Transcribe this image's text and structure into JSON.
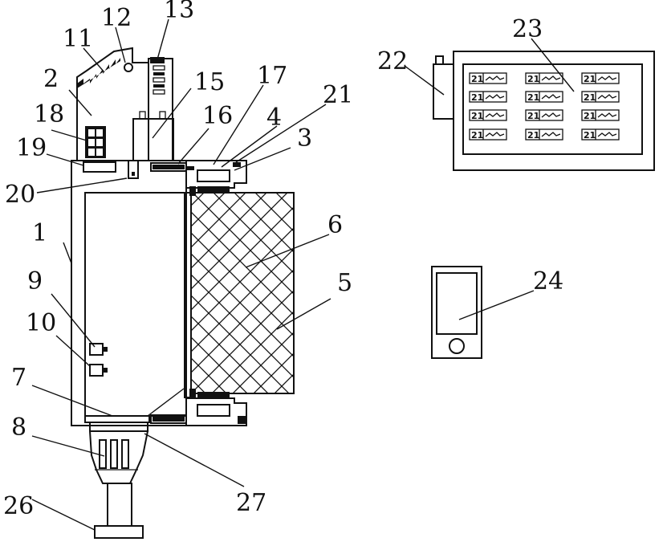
{
  "labels": [
    {
      "id": "1",
      "text": "1"
    },
    {
      "id": "2",
      "text": "2"
    },
    {
      "id": "3",
      "text": "3"
    },
    {
      "id": "4",
      "text": "4"
    },
    {
      "id": "5",
      "text": "5"
    },
    {
      "id": "6",
      "text": "6"
    },
    {
      "id": "7",
      "text": "7"
    },
    {
      "id": "8",
      "text": "8"
    },
    {
      "id": "9",
      "text": "9"
    },
    {
      "id": "10",
      "text": "10"
    },
    {
      "id": "11",
      "text": "11"
    },
    {
      "id": "12",
      "text": "12"
    },
    {
      "id": "13",
      "text": "13"
    },
    {
      "id": "15",
      "text": "15"
    },
    {
      "id": "16",
      "text": "16"
    },
    {
      "id": "17",
      "text": "17"
    },
    {
      "id": "18",
      "text": "18"
    },
    {
      "id": "19",
      "text": "19"
    },
    {
      "id": "20",
      "text": "20"
    },
    {
      "id": "21",
      "text": "21"
    },
    {
      "id": "22",
      "text": "22"
    },
    {
      "id": "23",
      "text": "23"
    },
    {
      "id": "24",
      "text": "24"
    },
    {
      "id": "26",
      "text": "26"
    },
    {
      "id": "27",
      "text": "27"
    }
  ],
  "panel_cells": [
    "21",
    "21",
    "21",
    "21",
    "21",
    "21",
    "21",
    "21",
    "21",
    "21",
    "21",
    "21"
  ]
}
